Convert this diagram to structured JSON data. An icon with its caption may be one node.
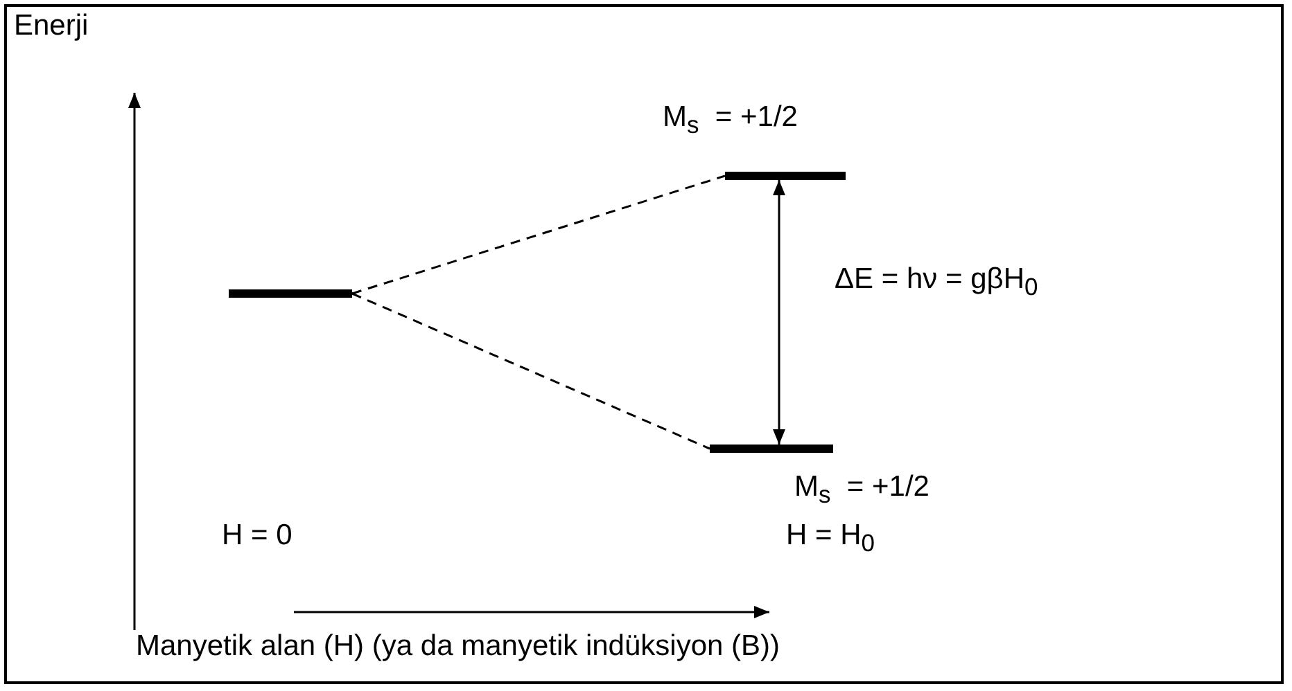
{
  "diagram": {
    "nodes": [
      {
        "text": [],
        "shape": "bar"
      },
      {
        "text": [],
        "shape": "bar"
      },
      {
        "text": [],
        "shape": "bar"
      }
    ],
    "edges": [
      {
        "from": 0,
        "to": 1,
        "arrow": "none",
        "style": "dashed"
      },
      {
        "from": 0,
        "to": 2,
        "arrow": "none",
        "style": "dashed"
      },
      {
        "from": 1,
        "to": 2,
        "arrow": "both",
        "label": "ΔE = hν = gβH$_{0}$"
      }
    ],
    "labels": [
      "Enerji",
      "M$_{s}$  = +1/2",
      "M$_{s}$  = +1/2",
      "H = 0",
      "H = H$_{0}$",
      "Manyetik alan (H) (ya da manyetik indüksiyon (B))"
    ]
  }
}
